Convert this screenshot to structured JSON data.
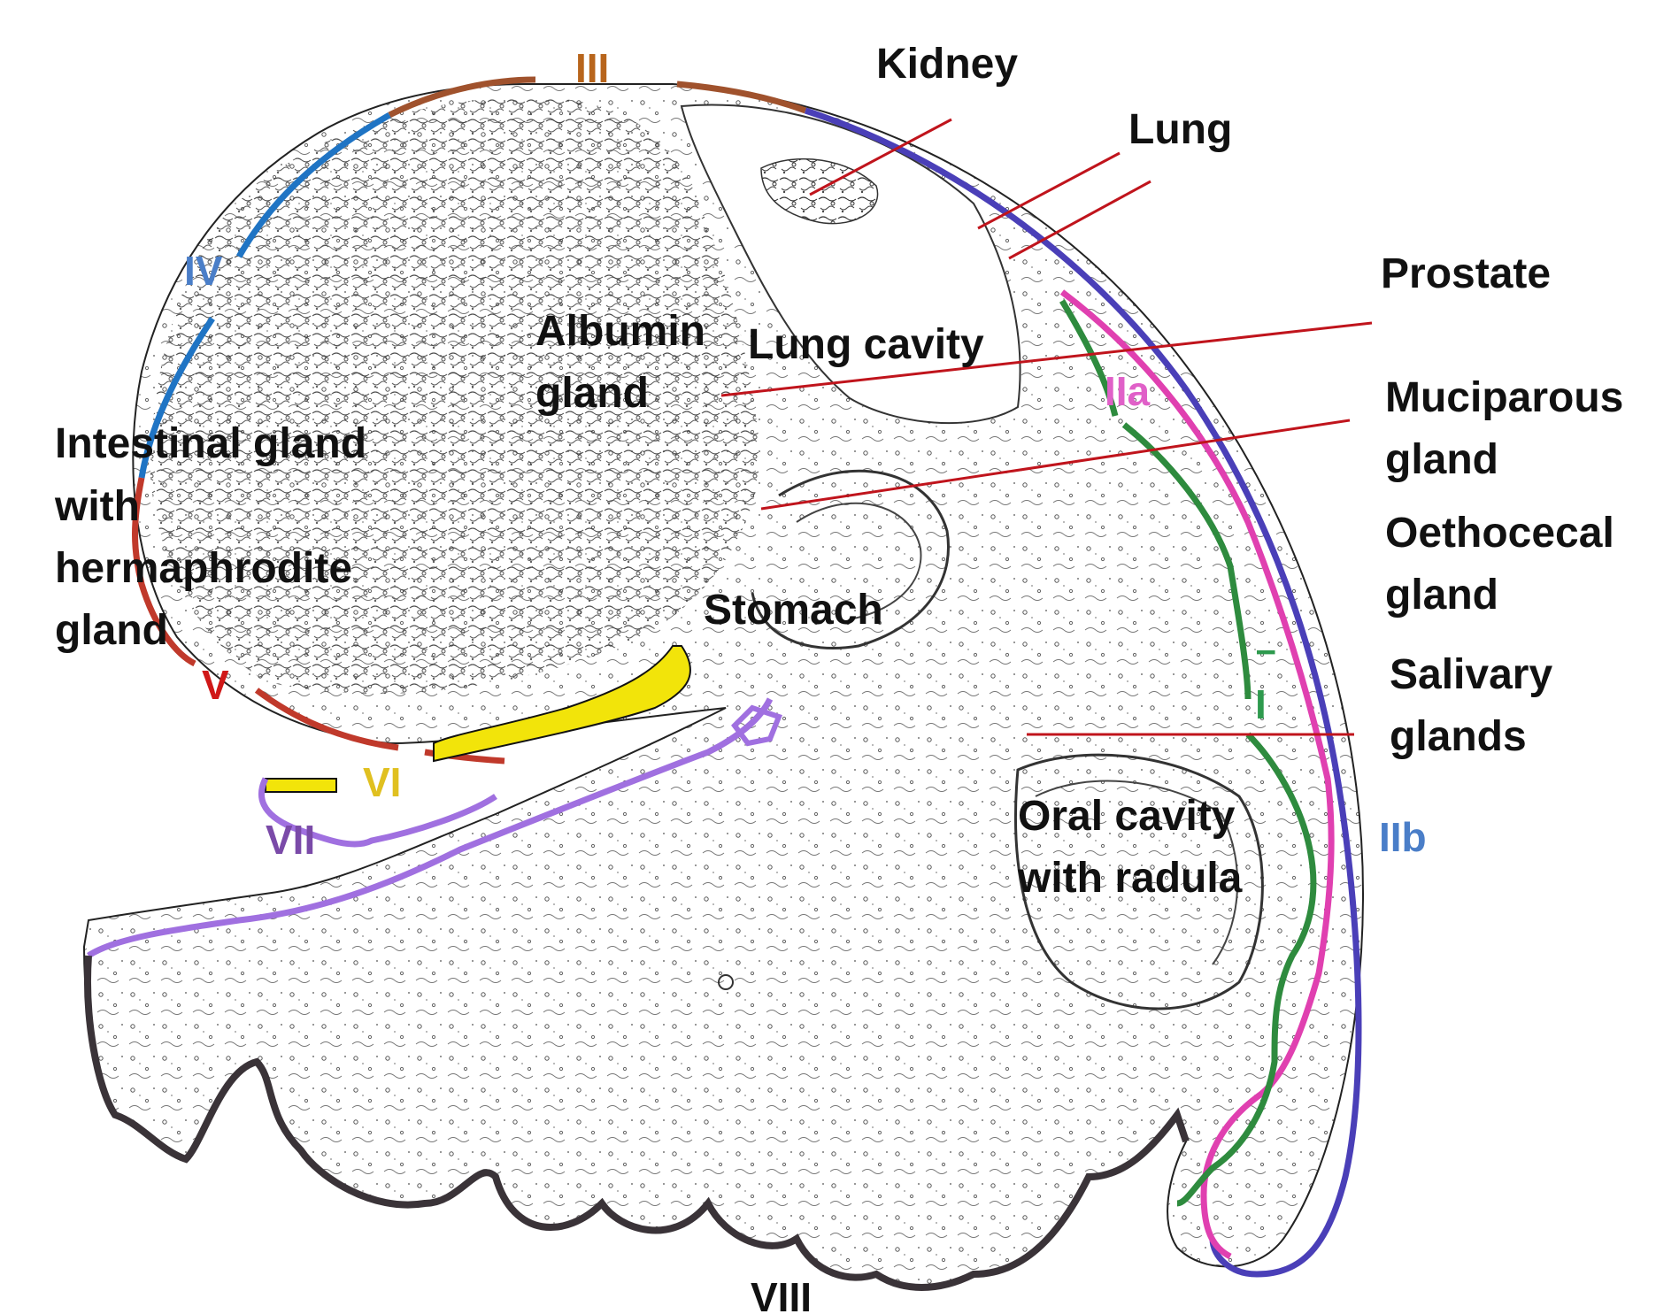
{
  "organ_labels": {
    "kidney": "Kidney",
    "lung": "Lung",
    "prostate": "Prostate",
    "muciparous_1": "Muciparous",
    "muciparous_2": "gland",
    "oethocecal_1": "Oethocecal",
    "oethocecal_2": "gland",
    "salivary_1": "Salivary",
    "salivary_2": "glands",
    "albumin_1": "Albumin",
    "albumin_2": "gland",
    "lung_cavity": "Lung cavity",
    "intestinal_1": "Intestinal gland",
    "intestinal_2": "with",
    "intestinal_3": "hermaphrodite",
    "intestinal_4": "gland",
    "stomach": "Stomach",
    "oral_1": "Oral cavity",
    "oral_2": "with radula"
  },
  "region_labels": {
    "I": "I",
    "IIa": "IIa",
    "IIb": "IIb",
    "III": "III",
    "IV": "IV",
    "V": "V",
    "VI": "VI",
    "VII": "VII",
    "VIII": "VIII"
  },
  "colors": {
    "region_I": "#2e8b3e",
    "region_IIa": "#e040b0",
    "region_IIb": "#4a3fb8",
    "region_III": "#a0522d",
    "region_IV": "#1f74c4",
    "region_V": "#c0392b",
    "region_VI": "#f2e40a",
    "region_VII": "#a070e0",
    "region_VIII": "#3a3338",
    "leader_line": "#c0141c",
    "label_III": "#b8651c",
    "label_IV": "#4a7ec8",
    "label_V": "#d01818",
    "label_VI": "#e0c020",
    "label_VII": "#7a4aa8",
    "label_I": "#2e9a4e",
    "label_IIa": "#e060c8",
    "label_IIb": "#4a7ec8",
    "label_VIII": "#111111"
  }
}
